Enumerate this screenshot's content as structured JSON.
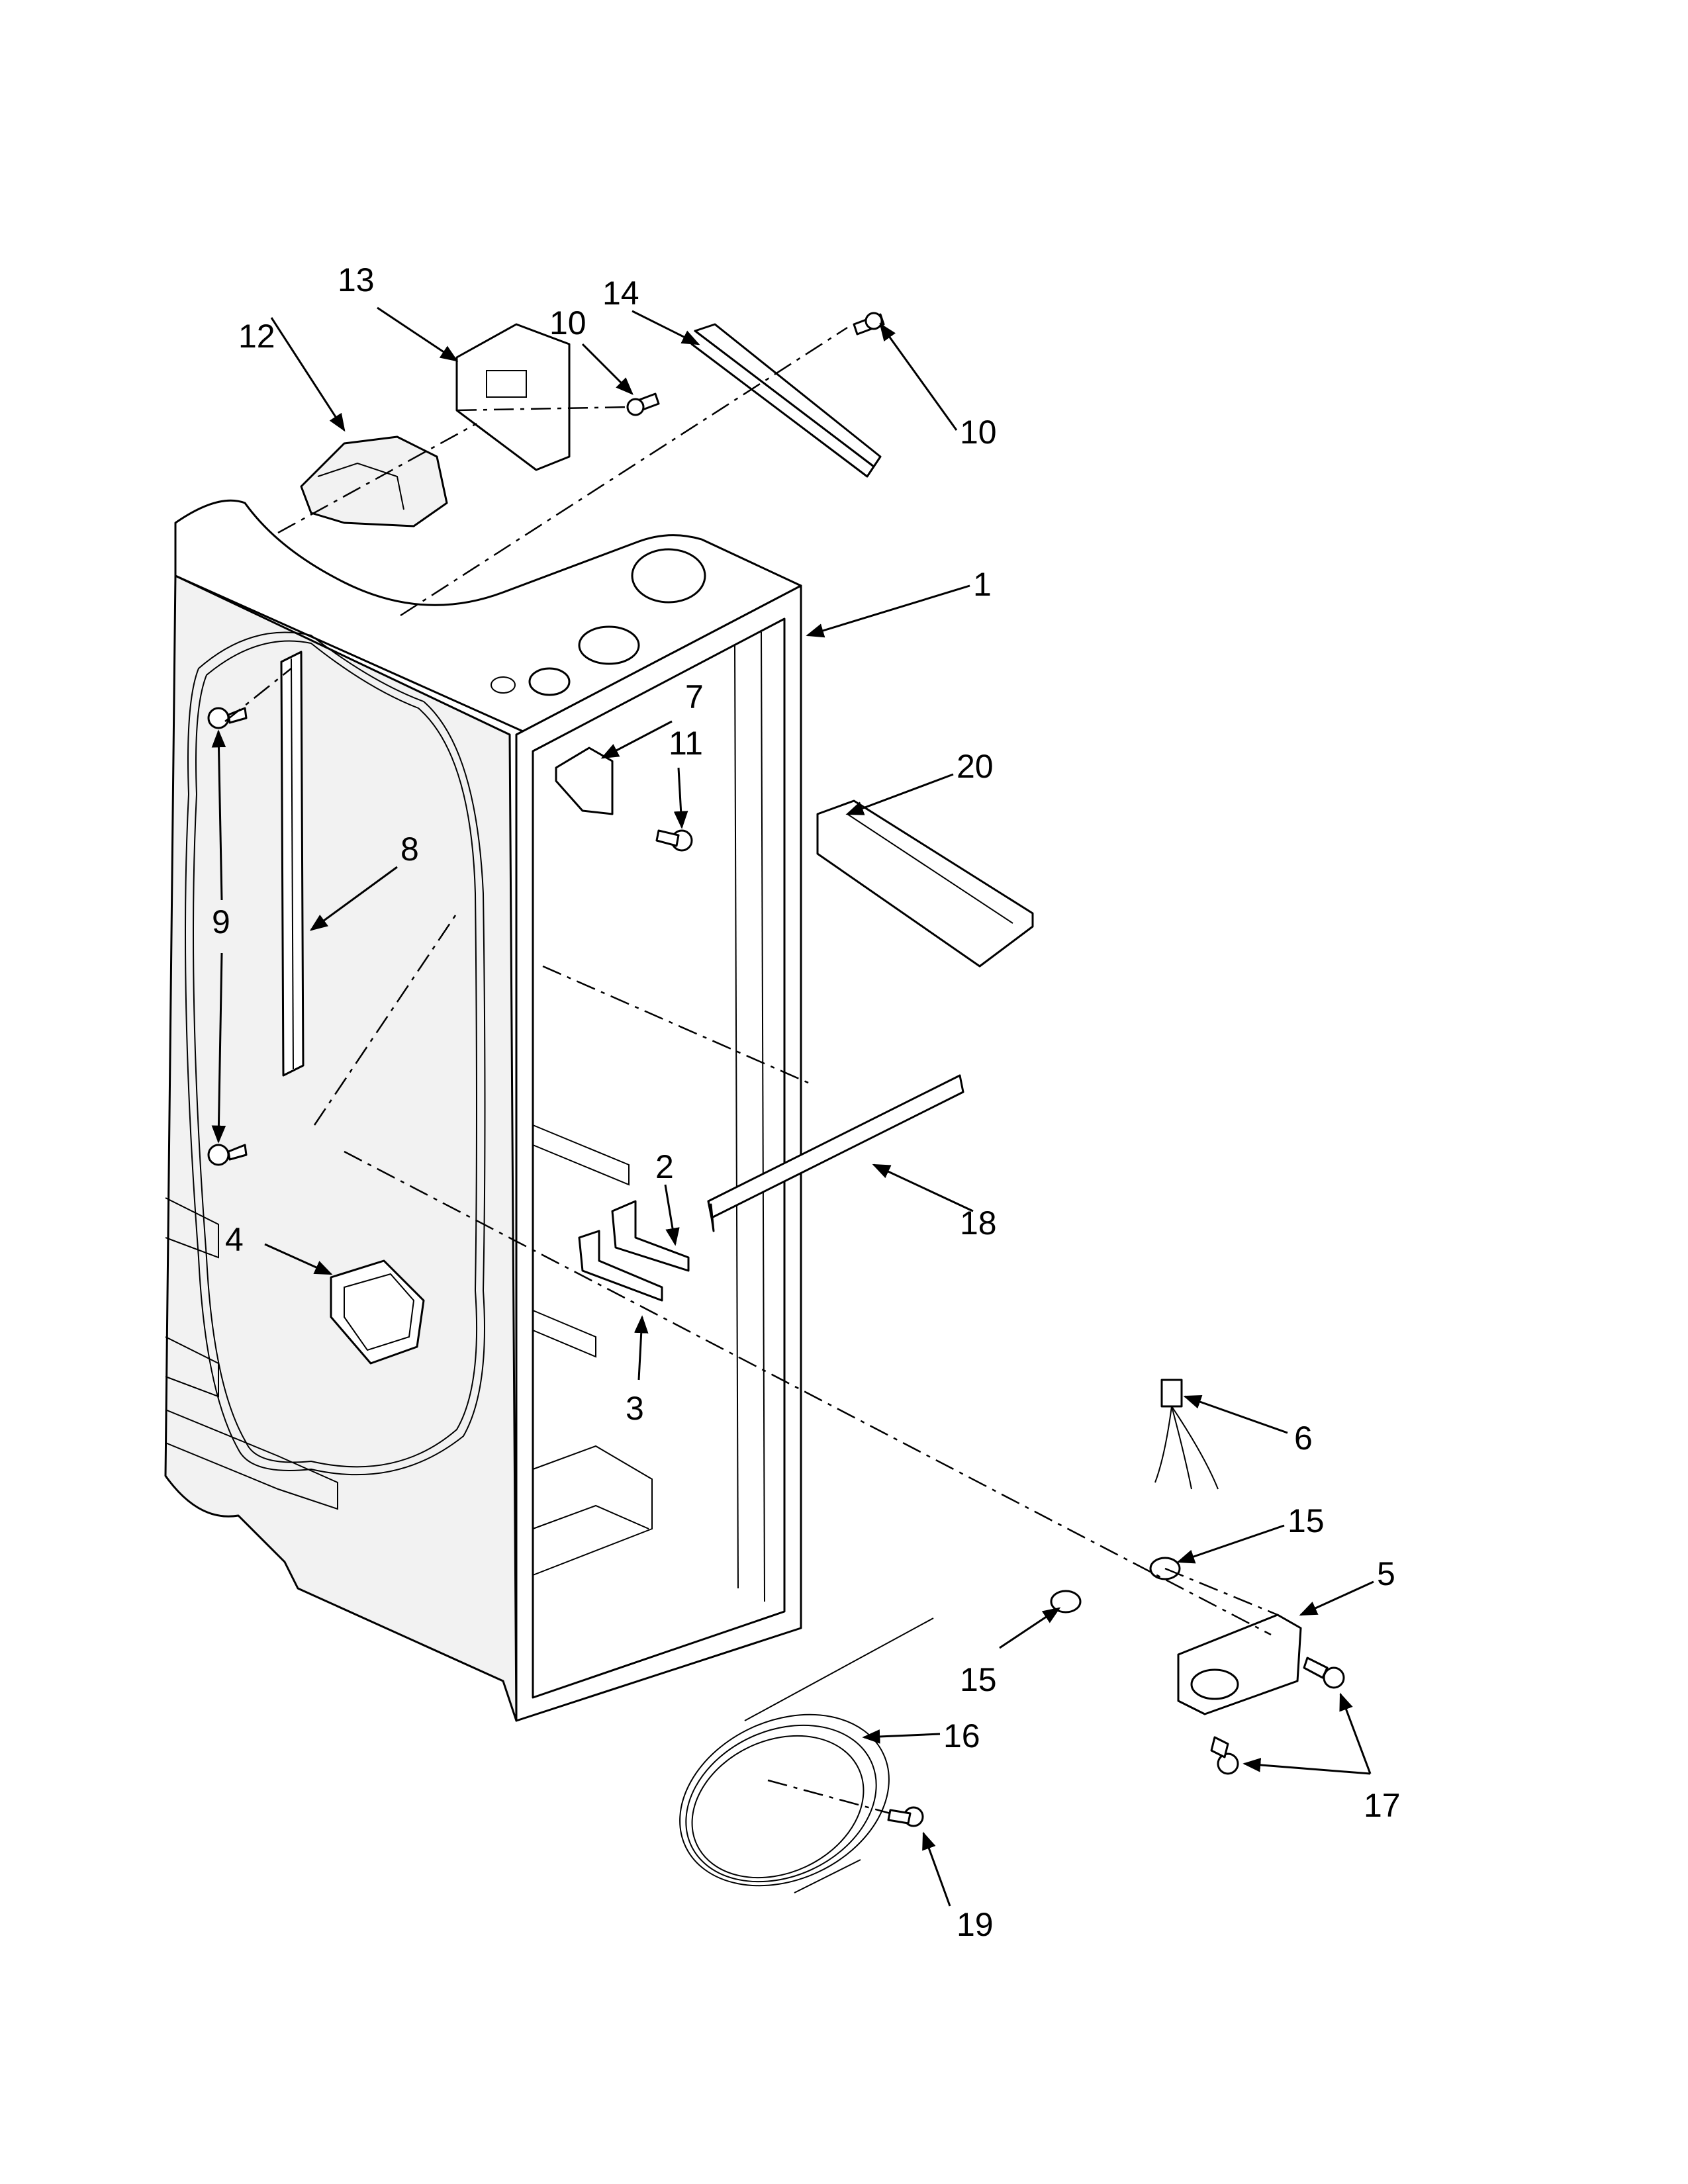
{
  "diagram": {
    "callouts": [
      {
        "id": "c1",
        "label": "1"
      },
      {
        "id": "c2",
        "label": "2"
      },
      {
        "id": "c3",
        "label": "3"
      },
      {
        "id": "c4",
        "label": "4"
      },
      {
        "id": "c5",
        "label": "5"
      },
      {
        "id": "c6",
        "label": "6"
      },
      {
        "id": "c7",
        "label": "7"
      },
      {
        "id": "c8",
        "label": "8"
      },
      {
        "id": "c9",
        "label": "9"
      },
      {
        "id": "c10a",
        "label": "10"
      },
      {
        "id": "c10b",
        "label": "10"
      },
      {
        "id": "c11",
        "label": "11"
      },
      {
        "id": "c12",
        "label": "12"
      },
      {
        "id": "c13",
        "label": "13"
      },
      {
        "id": "c14",
        "label": "14"
      },
      {
        "id": "c15a",
        "label": "15"
      },
      {
        "id": "c15b",
        "label": "15"
      },
      {
        "id": "c16",
        "label": "16"
      },
      {
        "id": "c17",
        "label": "17"
      },
      {
        "id": "c18",
        "label": "18"
      },
      {
        "id": "c19",
        "label": "19"
      },
      {
        "id": "c20",
        "label": "20"
      }
    ]
  }
}
